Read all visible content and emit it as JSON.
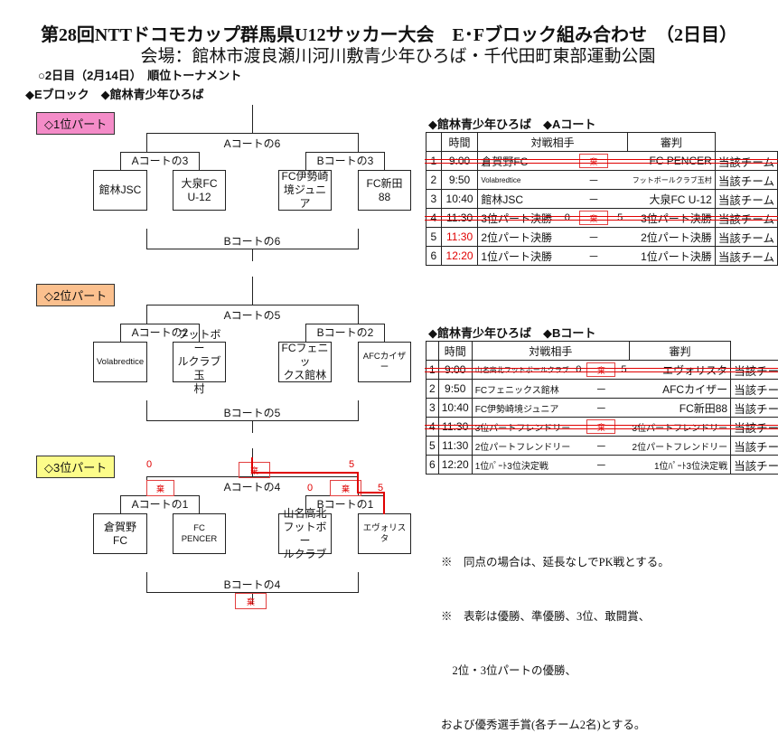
{
  "header": {
    "title": "第28回NTTドコモカップ群馬県U12サッカー大会　E･Fブロック組み合わせ　（2日目）",
    "venue": "会場：館林市渡良瀬川河川敷青少年ひろば・千代田町東部運動公園",
    "subtitle": "○2日目（2月14日）　順位トーナメント",
    "block": "◆Eブロック　◆館林青少年ひろば"
  },
  "stamp_char": "棄",
  "brackets": [
    {
      "part_label": "◇1位パート",
      "part_color": "#f48cc8",
      "top_match": "Aコートの6",
      "left_match": "Aコートの3",
      "right_match": "Bコートの3",
      "bottom_match": "Bコートの6",
      "teams": [
        "館林JSC",
        "大泉FC\nU-12",
        "FC伊勢崎\n境ジュニア",
        "FC新田\n88"
      ]
    },
    {
      "part_label": "◇2位パート",
      "part_color": "#fbc08e",
      "top_match": "Aコートの5",
      "left_match": "Aコートの2",
      "right_match": "Bコートの2",
      "bottom_match": "Bコートの5",
      "teams": [
        "Volabredtice",
        "フットボー\nルクラブ玉\n村",
        "FCフェニッ\nクス館林",
        "AFCカイザー"
      ]
    },
    {
      "part_label": "◇3位パート",
      "part_color": "#fcfc8a",
      "top_match": "Aコートの4",
      "left_match": "Aコートの1",
      "right_match": "Bコートの1",
      "bottom_match": "Bコートの4",
      "teams": [
        "倉賀野\nFC",
        "FC PENCER",
        "山名高北\nフットボー\nルクラブ",
        "エヴォリスタ"
      ],
      "scores": {
        "top_left": "0",
        "top_right": "5",
        "right_left": "0",
        "right_right": "5"
      }
    }
  ],
  "schedules": [
    {
      "heading": "◆館林青少年ひろば　◆Aコート",
      "columns": [
        "",
        "時間",
        "対戦相手",
        "審判"
      ],
      "rows": [
        {
          "no": "1",
          "time": "9:00",
          "team1": "倉賀野FC",
          "vs": "棄",
          "score1": "",
          "score2": "",
          "team2": "FC PENCER",
          "ref": "当該チーム",
          "struck": true,
          "time_red": false
        },
        {
          "no": "2",
          "time": "9:50",
          "team1": "Volabredtice",
          "vs": "－",
          "score1": "",
          "score2": "",
          "team2": "フットボールクラブ玉村",
          "ref": "当該チーム",
          "struck": false,
          "time_red": false
        },
        {
          "no": "3",
          "time": "10:40",
          "team1": "館林JSC",
          "vs": "－",
          "score1": "",
          "score2": "",
          "team2": "大泉FC U-12",
          "ref": "当該チーム",
          "struck": false,
          "time_red": false
        },
        {
          "no": "4",
          "time": "11:30",
          "team1": "3位パート決勝",
          "vs": "棄",
          "score1": "0",
          "score2": "5",
          "team2": "3位パート決勝",
          "ref": "当該チーム",
          "struck": true,
          "time_red": false
        },
        {
          "no": "5",
          "time": "11:30",
          "team1": "2位パート決勝",
          "vs": "－",
          "score1": "",
          "score2": "",
          "team2": "2位パート決勝",
          "ref": "当該チーム",
          "struck": false,
          "time_red": true
        },
        {
          "no": "6",
          "time": "12:20",
          "team1": "1位パート決勝",
          "vs": "－",
          "score1": "",
          "score2": "",
          "team2": "1位パート決勝",
          "ref": "当該チーム",
          "struck": false,
          "time_red": true
        }
      ]
    },
    {
      "heading": "◆館林青少年ひろば　◆Bコート",
      "columns": [
        "",
        "時間",
        "対戦相手",
        "審判"
      ],
      "rows": [
        {
          "no": "1",
          "time": "9:00",
          "team1": "山名高北フットボールクラブ",
          "vs": "棄",
          "score1": "0",
          "score2": "5",
          "team2": "エヴォリスタ",
          "ref": "当該チーム",
          "struck": true,
          "time_red": false
        },
        {
          "no": "2",
          "time": "9:50",
          "team1": "FCフェニックス館林",
          "vs": "－",
          "score1": "",
          "score2": "",
          "team2": "AFCカイザー",
          "ref": "当該チーム",
          "struck": false,
          "time_red": false
        },
        {
          "no": "3",
          "time": "10:40",
          "team1": "FC伊勢崎境ジュニア",
          "vs": "－",
          "score1": "",
          "score2": "",
          "team2": "FC新田88",
          "ref": "当該チーム",
          "struck": false,
          "time_red": false
        },
        {
          "no": "4",
          "time": "11:30",
          "team1": "3位パートフレンドリー",
          "vs": "棄",
          "score1": "",
          "score2": "",
          "team2": "3位パートフレンドリー",
          "ref": "当該チーム",
          "struck": true,
          "time_red": false
        },
        {
          "no": "5",
          "time": "11:30",
          "team1": "2位パートフレンドリー",
          "vs": "－",
          "score1": "",
          "score2": "",
          "team2": "2位パートフレンドリー",
          "ref": "当該チーム",
          "struck": false,
          "time_red": false
        },
        {
          "no": "6",
          "time": "12:20",
          "team1": "1位ﾊﾟｰﾄ3位決定戦",
          "vs": "－",
          "score1": "",
          "score2": "",
          "team2": "1位ﾊﾟｰﾄ3位決定戦",
          "ref": "当該チーム",
          "struck": false,
          "time_red": false
        }
      ]
    }
  ],
  "notes": [
    "※　同点の場合は、延長なしでPK戦とする。",
    "※　表彰は優勝、準優勝、3位、敢闘賞、",
    "　2位・3位パートの優勝、",
    "および優秀選手賞(各チーム2名)とする。"
  ]
}
